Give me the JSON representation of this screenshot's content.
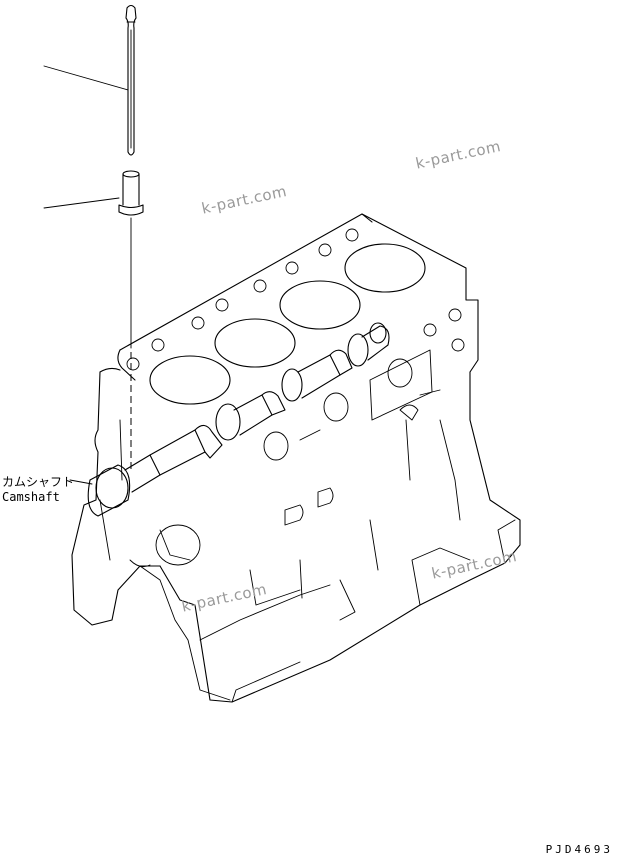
{
  "labels": {
    "camshaft_jp": "カムシャフト",
    "camshaft_en": "Camshaft"
  },
  "watermarks": [
    "k-part.com",
    "k-part.com",
    "k-part.com",
    "k-part.com"
  ],
  "drawing_code": "PJD4693"
}
